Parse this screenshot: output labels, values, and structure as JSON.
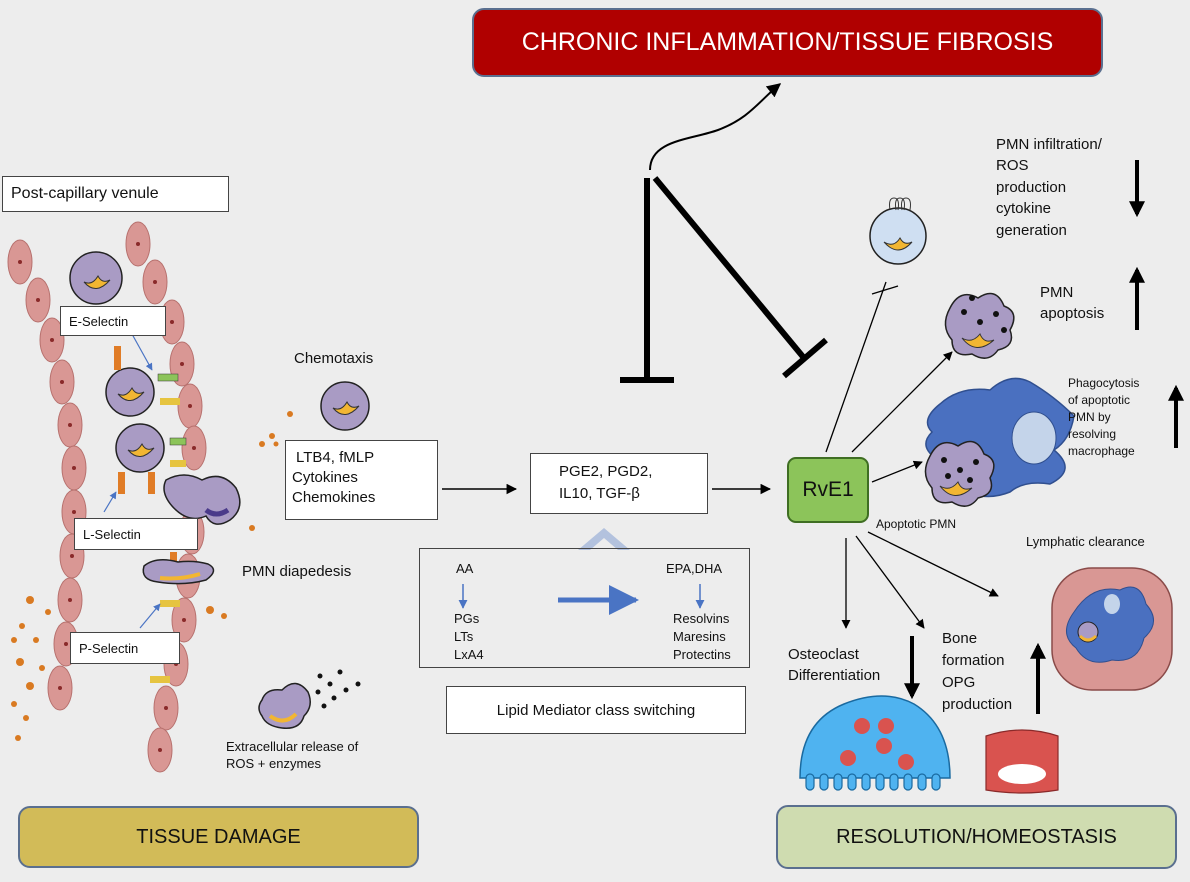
{
  "title_top": "CHRONIC INFLAMMATION/TISSUE FIBROSIS",
  "bottom_left": "TISSUE DAMAGE",
  "bottom_right": "RESOLUTION/HOMEOSTASIS",
  "venule": {
    "title": "Post-capillary venule",
    "e_selectin": "E-Selectin",
    "l_selectin": "L-Selectin",
    "p_selectin": "P-Selectin",
    "diapedesis": "PMN diapedesis",
    "ros_line1": "Extracellular release of",
    "ros_line2": "ROS + enzymes"
  },
  "chemotaxis": {
    "title": "Chemotaxis",
    "line1": "LTB4, fMLP",
    "line2": "Cytokines",
    "line3": "Chemokines"
  },
  "mediators": {
    "line1": "PGE2, PGD2,",
    "line2": "IL10, TGF-β"
  },
  "lipid": {
    "aa": "AA",
    "aa_products": [
      "PGs",
      "LTs",
      "LxA4"
    ],
    "epa": "EPA,DHA",
    "epa_products": [
      "Resolvins",
      "Maresins",
      "Protectins"
    ],
    "switch_label": "Lipid Mediator class switching"
  },
  "rve1": "RvE1",
  "effects": {
    "infiltration": [
      "PMN infiltration/",
      "ROS",
      "production",
      "cytokine",
      "generation"
    ],
    "apoptosis": [
      "PMN",
      "apoptosis"
    ],
    "phagocytosis": [
      "Phagocytosis",
      "of apoptotic",
      "PMN by",
      "resolving",
      "macrophage"
    ],
    "apoptotic_pmn": "Apoptotic PMN",
    "lymphatic": "Lymphatic clearance",
    "osteoclast": [
      "Osteoclast",
      "Differentiation"
    ],
    "bone": [
      "Bone",
      "formation",
      "OPG",
      "production"
    ]
  },
  "colors": {
    "banner_red": "#b00000",
    "banner_gold": "#d2bb58",
    "banner_green": "#cfdcb0",
    "rve1_green": "#8cc45a",
    "pmn_purple": "#a99bc4",
    "nucleus_yellow": "#f2b632",
    "rbc": "#d99794",
    "macrophage_blue": "#4a70c0",
    "osteoclast_blue": "#4fb3f0",
    "bone_red": "#d9534f",
    "arrow_blue": "#4a74c4"
  }
}
